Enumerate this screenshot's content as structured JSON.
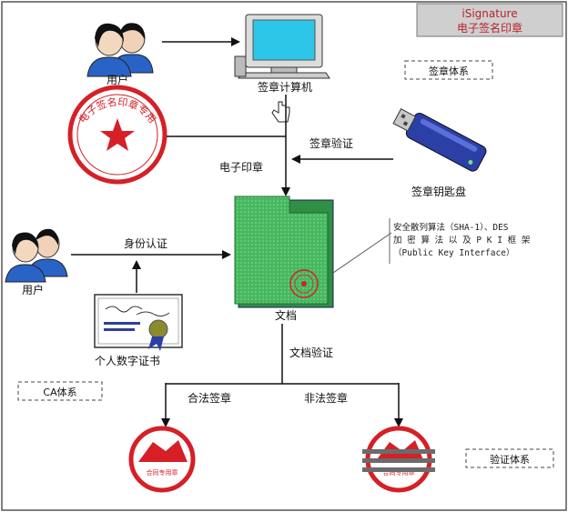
{
  "brand": {
    "line1": "iSignature",
    "line2": "电子签名印章",
    "bg_color": "#b8222c"
  },
  "labels": {
    "user_top": "用户",
    "signing_computer": "签章计算机",
    "seal_system": "签章体系",
    "sign_verify": "签章验证",
    "electronic_seal": "电子印章",
    "key_disk": "签章钥匙盘",
    "identity_auth": "身份认证",
    "user_left": "用户",
    "document": "文档",
    "personal_cert": "个人数字证书",
    "ca_system": "CA体系",
    "doc_verify": "文档验证",
    "legal_seal": "合法签章",
    "illegal_seal": "非法签章",
    "verify_system": "验证体系",
    "algo_line1": "安全散列算法（SHA-1）、DES",
    "algo_line2": "加 密 算 法 以 及 P K I 框 架",
    "algo_line3": "（Public Key Interface）",
    "stamp_text": "合同专用章",
    "big_seal_text": "电子签名印章专用"
  },
  "colors": {
    "seal_red": "#d61f26",
    "doc_green": "#3fb35a",
    "usb_blue": "#2b3fa6",
    "screen_cyan": "#2ec6e8"
  }
}
